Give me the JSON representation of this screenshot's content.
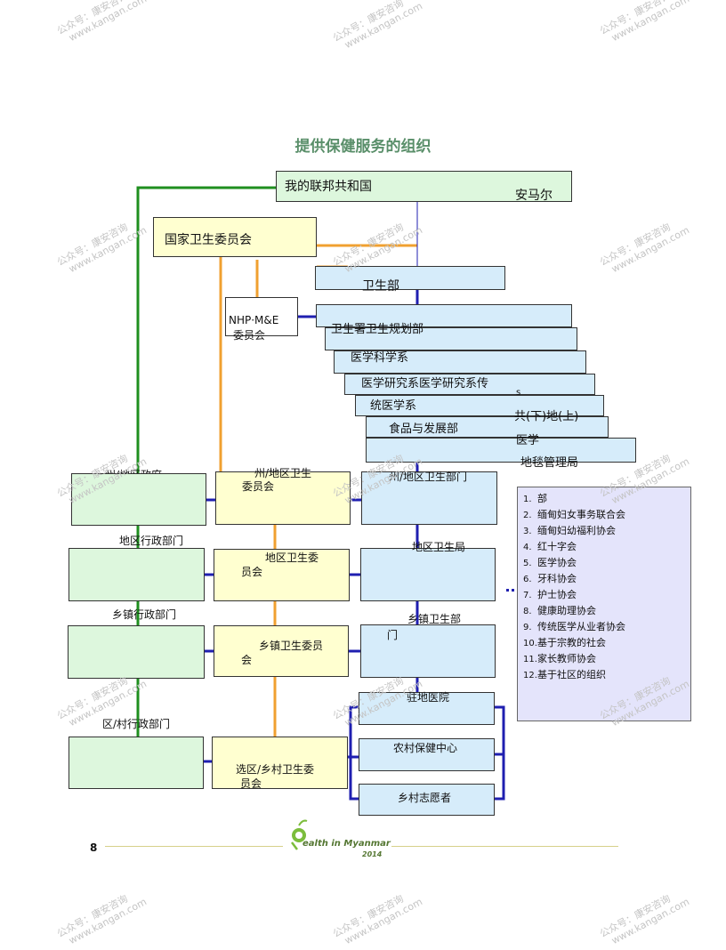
{
  "title": "提供保健服务的组织",
  "top": {
    "country_left": "我的联邦共和国",
    "country_right": "安马尔"
  },
  "national_committee": "国家卫生委员会",
  "nhp_me": {
    "line1": "NHP·M&E",
    "line2": "委员会"
  },
  "ministry": "卫生部",
  "departments": [
    "卫生署卫生规划部",
    "医学科学系",
    "医学研究系医学研究系传",
    "统医学系",
    "食品与发展部",
    ""
  ],
  "dept_fragments": {
    "f1": "s",
    "f2": "共(下)地(上)",
    "f3": "医学",
    "f4": "地毯管理局"
  },
  "state_row": {
    "gov": "州/地区政府",
    "committee_l1": "州/地区卫生",
    "committee_l2": "委员会",
    "health": "州/地区卫生部门"
  },
  "district_row": {
    "gov": "地区行政部门",
    "committee_l1": "地区卫生委",
    "committee_l2": "员会",
    "health": "地区卫生局"
  },
  "township_row": {
    "gov": "乡镇行政部门",
    "committee_l1": "乡镇卫生委员",
    "committee_l2": "会",
    "health_l1": "乡镇卫生部",
    "health_l2": "门"
  },
  "village_row": {
    "gov": "区/村行政部门",
    "committee_l1": "选区/乡村卫生委",
    "committee_l2": "员会"
  },
  "facilities": {
    "station": "驻地医院",
    "rural": "农村保健中心",
    "volunteer": "乡村志愿者"
  },
  "org_list": [
    {
      "num": "1.",
      "text": "部"
    },
    {
      "num": "2.",
      "text": "缅甸妇女事务联合会"
    },
    {
      "num": "3.",
      "text": "缅甸妇幼福利协会"
    },
    {
      "num": "4.",
      "text": "红十字会"
    },
    {
      "num": "5.",
      "text": "医学协会"
    },
    {
      "num": "6.",
      "text": "牙科协会"
    },
    {
      "num": "7.",
      "text": "护士协会"
    },
    {
      "num": "8.",
      "text": "健康助理协会"
    },
    {
      "num": "9.",
      "text": "传统医学从业者协会"
    },
    {
      "num": "10.",
      "text": "基于宗教的社会"
    },
    {
      "num": "11.",
      "text": "家长教师协会"
    },
    {
      "num": "12.",
      "text": "基于社区的组织"
    }
  ],
  "footer": {
    "page": "8",
    "logo_text": "ealth in Myanmar",
    "logo_year": "2014"
  },
  "watermark": {
    "line1": "公众号：康安咨询",
    "line2": "www.kangan.com"
  },
  "colors": {
    "green_line": "#1f8f1f",
    "orange_line": "#f0a030",
    "blue_line": "#1f1fb0"
  }
}
